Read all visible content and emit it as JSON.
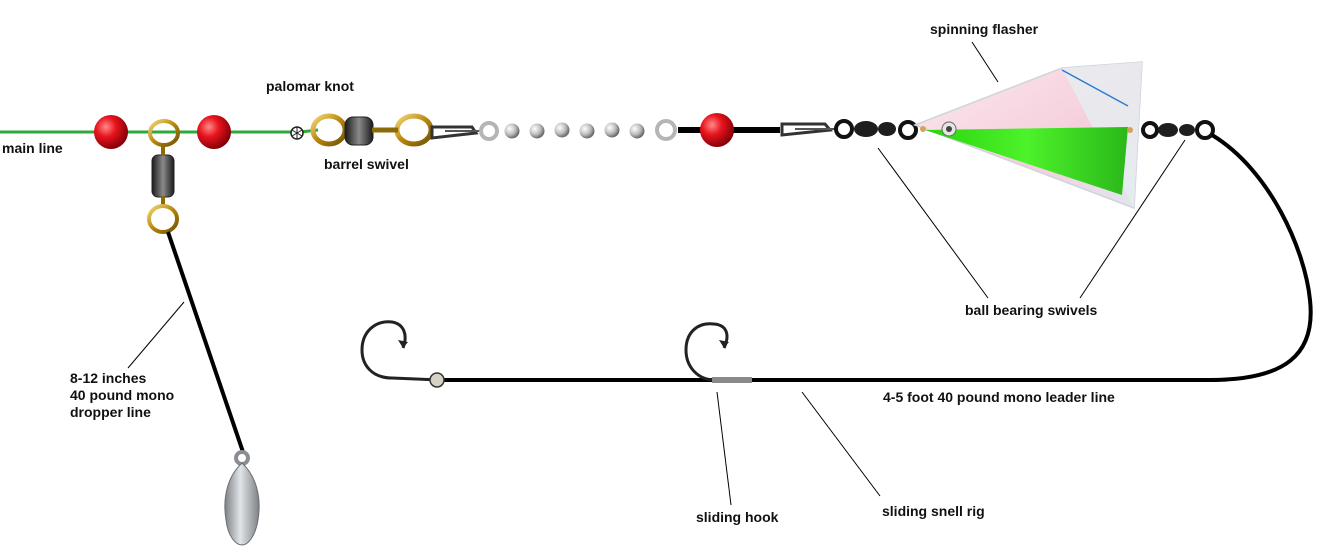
{
  "labels": {
    "main_line": "main line",
    "palomar_knot": "palomar knot",
    "barrel_swivel": "barrel swivel",
    "spinning_flasher": "spinning flasher",
    "ball_bearing_swivels": "ball bearing swivels",
    "dropper_line": [
      "8-12 inches",
      "40 pound mono",
      "dropper line"
    ],
    "leader_line": "4-5 foot 40 pound mono leader line",
    "sliding_hook": "sliding hook",
    "sliding_snell_rig": "sliding snell rig"
  },
  "colors": {
    "main_line": "#2eaa3c",
    "mono_line": "#000000",
    "bead": "#e8141e",
    "brass": "#c9a227",
    "swivel_body": "#3a3a3a",
    "chain": "#c8c8c8",
    "flasher_green": "#3be81e",
    "flasher_pink": "#f8dce6",
    "sinker": "#b5b9bd"
  }
}
